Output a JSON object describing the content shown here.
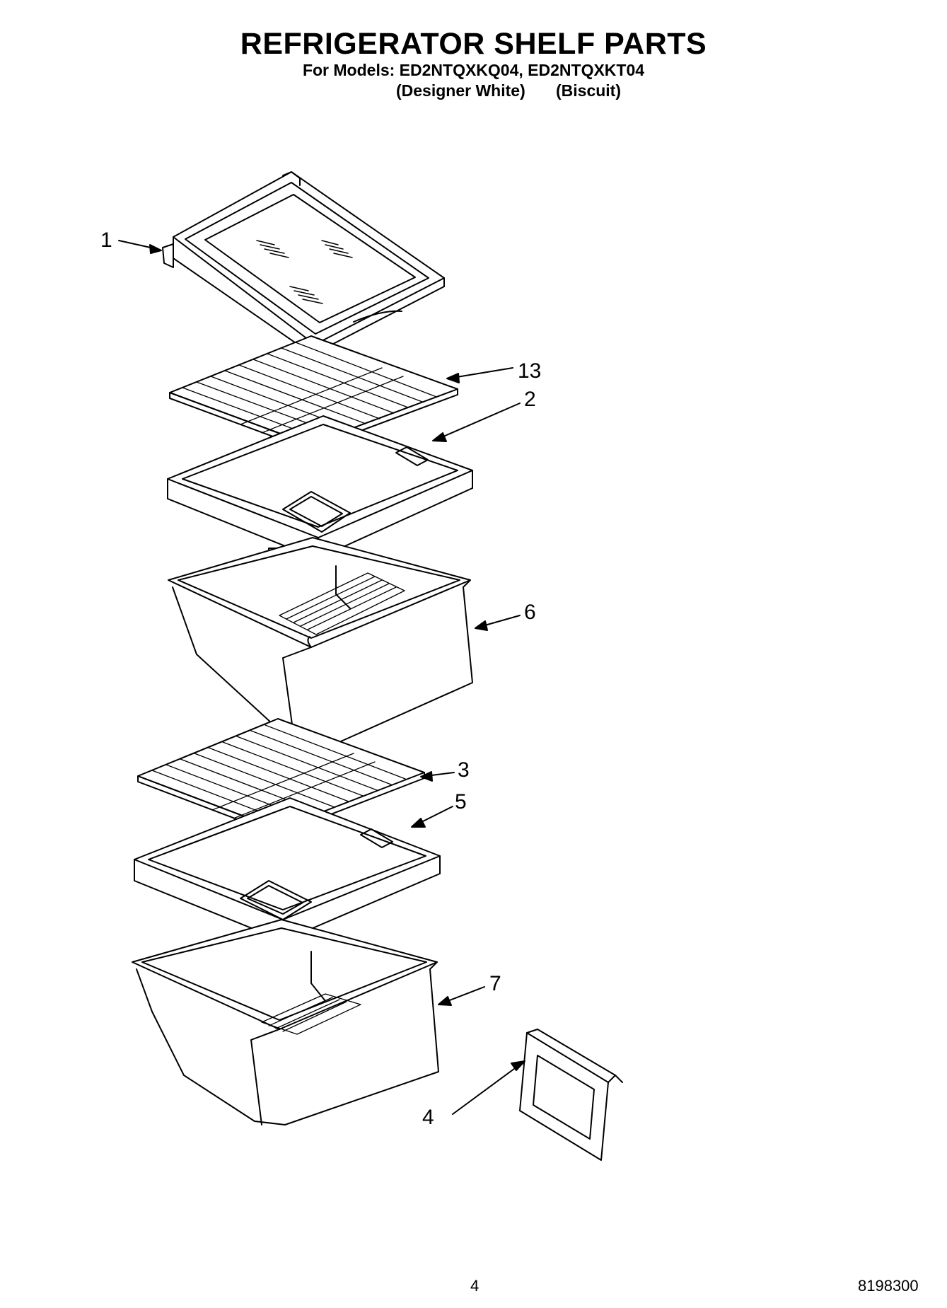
{
  "header": {
    "title": "REFRIGERATOR SHELF PARTS",
    "models": "For Models: ED2NTQXKQ04, ED2NTQXKT04",
    "variant_1": "(Designer White)",
    "variant_2": "(Biscuit)"
  },
  "callouts": {
    "c1": "1",
    "c13": "13",
    "c2": "2",
    "c6": "6",
    "c3": "3",
    "c5": "5",
    "c7": "7",
    "c4": "4"
  },
  "footer": {
    "page_number": "4",
    "document_number": "8198300"
  }
}
